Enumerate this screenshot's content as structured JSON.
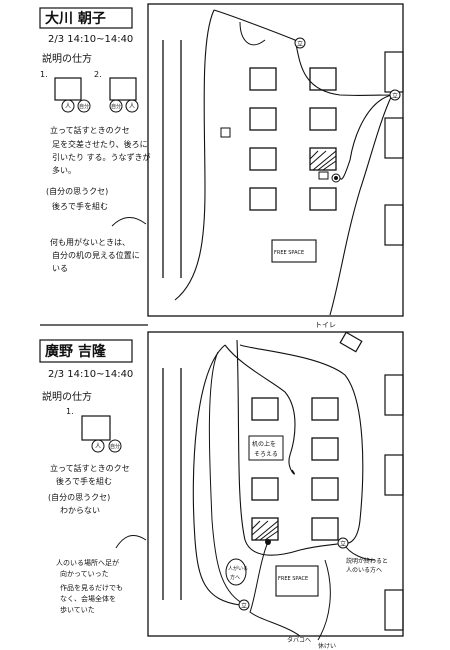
{
  "top": {
    "name": "大川 朝子",
    "datetime": "2/3 14:10~14:40",
    "explain_heading": "説明の仕方",
    "num1": "1.",
    "num2": "2.",
    "figure_a": "人",
    "figure_b": "自分",
    "habits_lines": [
      "立って話すときのクセ",
      "足を交差させたり、後ろに",
      "引いたり する。うなずきが",
      "多い。"
    ],
    "own_habit_label": "(自分の思うクセ)",
    "own_habit_value": "後ろで手を組む",
    "note_lines": [
      "何も用がないときは、",
      "自分の机の見える位置に",
      "いる"
    ],
    "free_space": "FREE SPACE",
    "marker": "立",
    "toilet": "トイレ"
  },
  "bottom": {
    "name": "廣野 吉隆",
    "datetime": "2/3 14:10~14:40",
    "explain_heading": "説明の仕方",
    "num1": "1.",
    "figure_a": "人",
    "figure_b": "自分",
    "habits_lines": [
      "立って話すときのクセ",
      "後ろで手を組む"
    ],
    "own_habit_label": "(自分の思うクセ)",
    "own_habit_value": "わからない",
    "note_lines": [
      "人のいる場所へ足が",
      "向かっていった",
      "作品を見るだけでも",
      "なく、会場全体を",
      "歩いていた"
    ],
    "box_note_lines": [
      "机の上を",
      "そろえる"
    ],
    "circle_note_lines": [
      "人がいる",
      "方へ"
    ],
    "explain_note_lines": [
      "説明が終わると",
      "人のいる方へ"
    ],
    "free_space": "FREE SPACE",
    "marker": "立",
    "tabako": "タバコへ",
    "kyukei": "休けい"
  }
}
